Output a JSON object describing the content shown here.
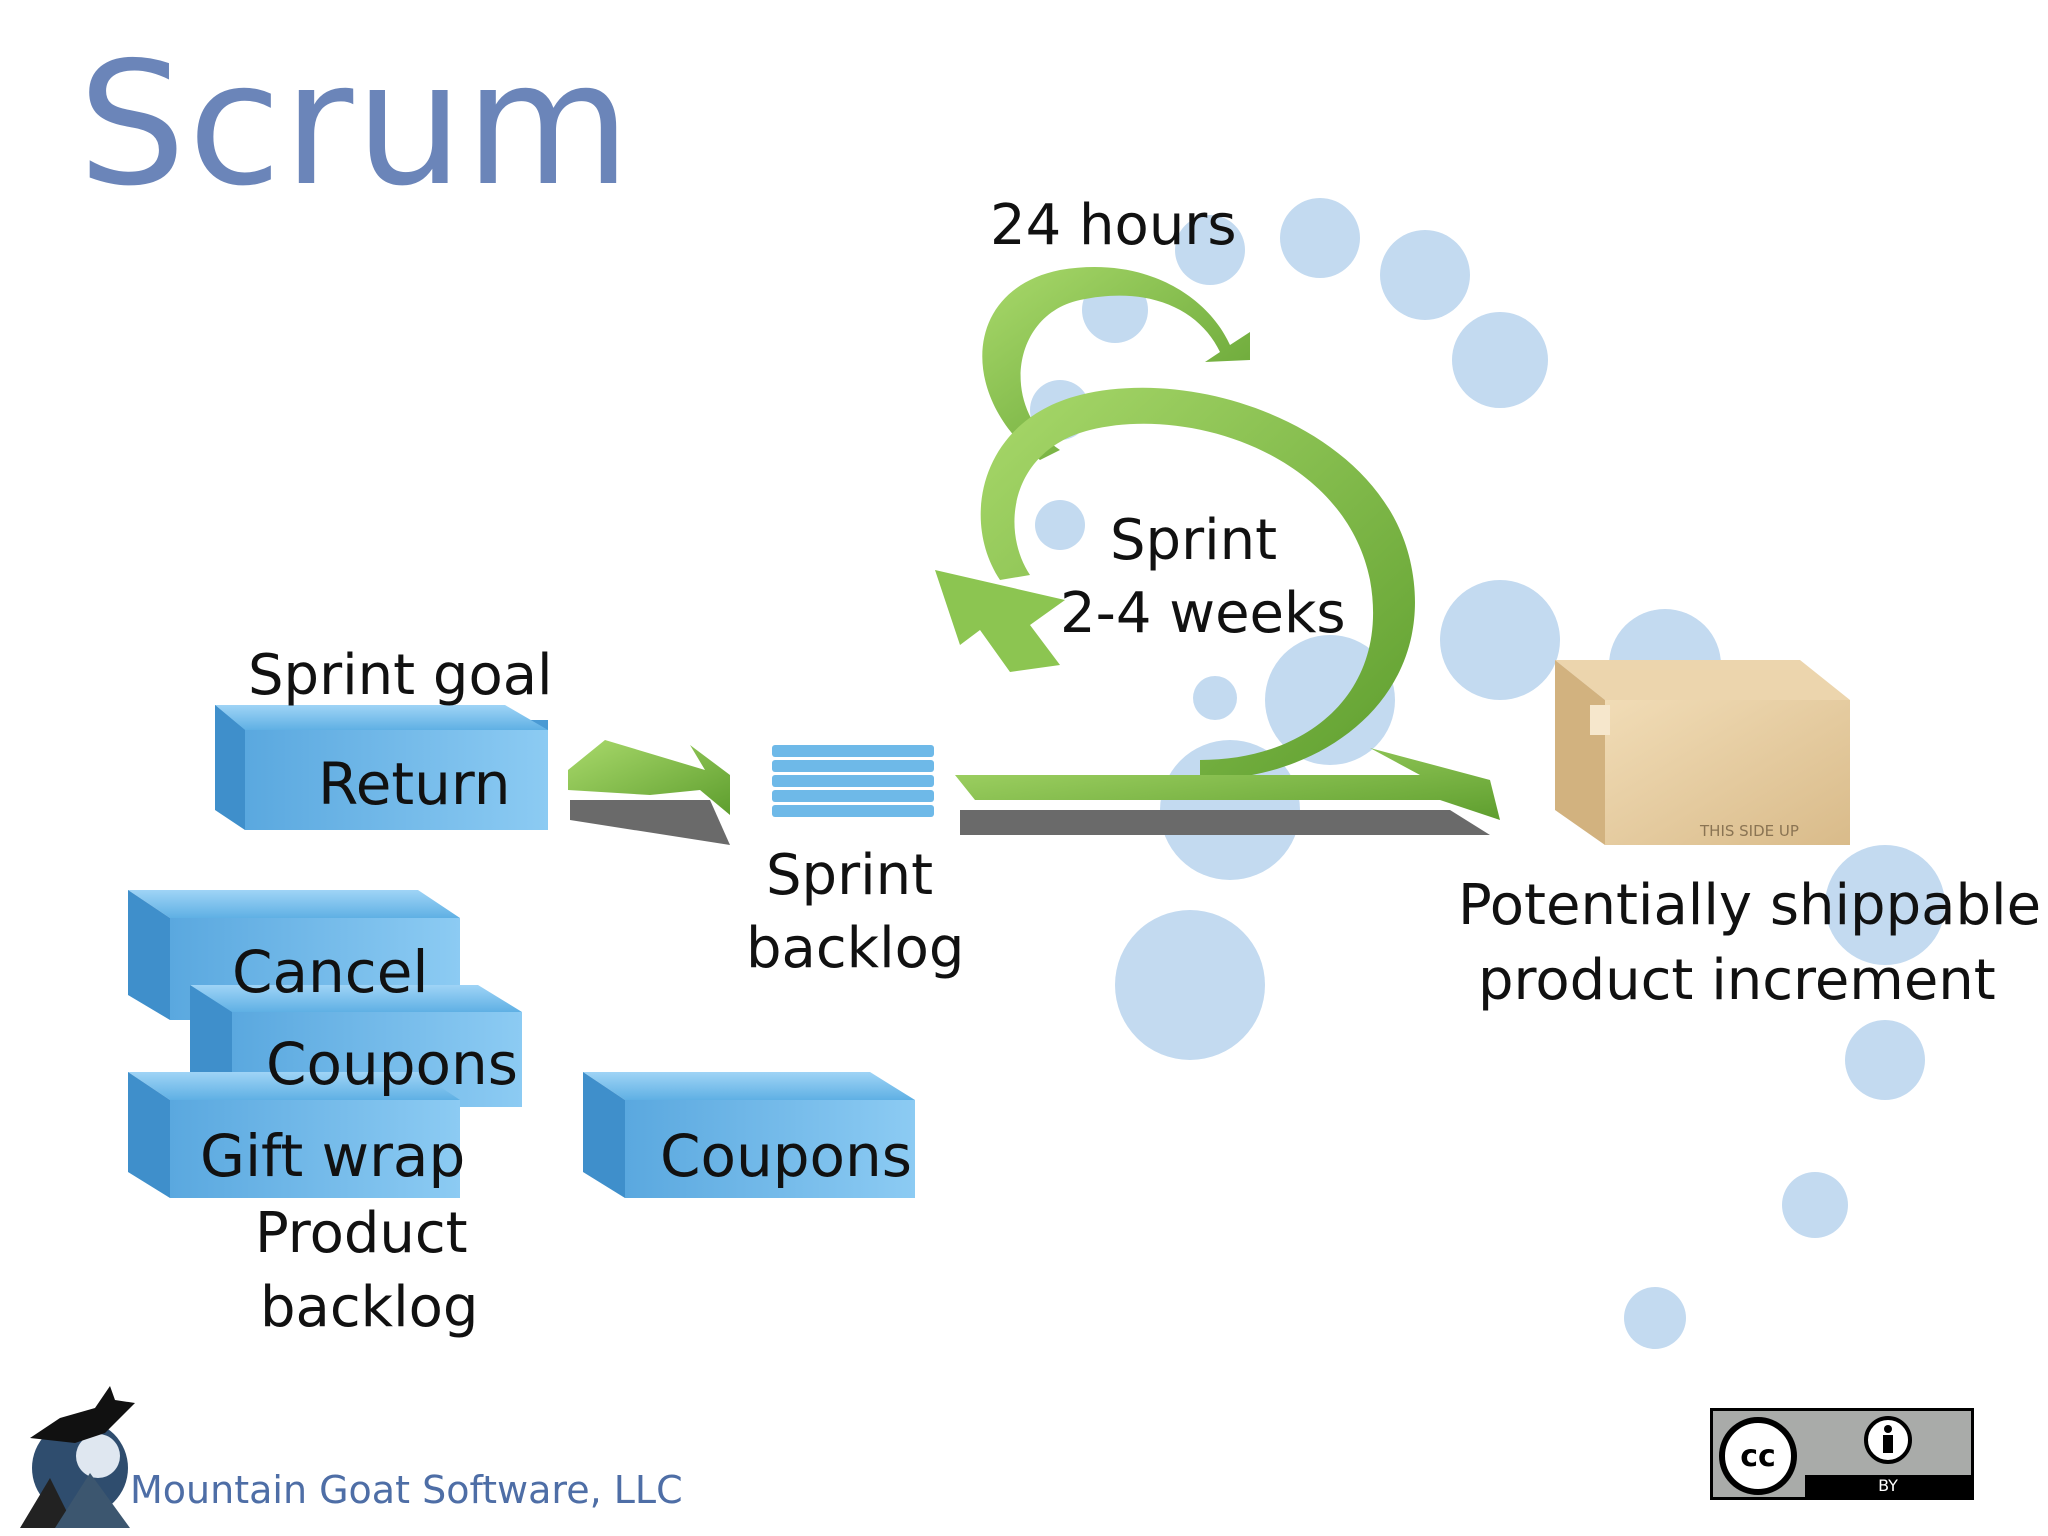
{
  "title": "Scrum",
  "labels": {
    "daily": "24 hours",
    "sprint_line1": "Sprint",
    "sprint_line2": "2-4 weeks",
    "sprint_goal": "Sprint goal",
    "sprint_backlog_line1": "Sprint",
    "sprint_backlog_line2": "backlog",
    "product_backlog_line1": "Product",
    "product_backlog_line2": "backlog",
    "increment_line1": "Potentially shippable",
    "increment_line2": "product increment"
  },
  "blocks": {
    "goal": "Return",
    "product_backlog_items": [
      "Cancel",
      "Coupons",
      "Gift wrap"
    ],
    "selected_item": "Coupons"
  },
  "box_stamp": "THIS SIDE UP",
  "footer": {
    "company": "Mountain Goat Software, LLC",
    "license": "BY",
    "license_logo": "cc"
  },
  "colors": {
    "title": "#6b85b9",
    "arrow_green": "#7fbf3f",
    "block_blue": "#6fb8e6",
    "bubble": "#c3daf0",
    "box": "#e2c9a0"
  }
}
